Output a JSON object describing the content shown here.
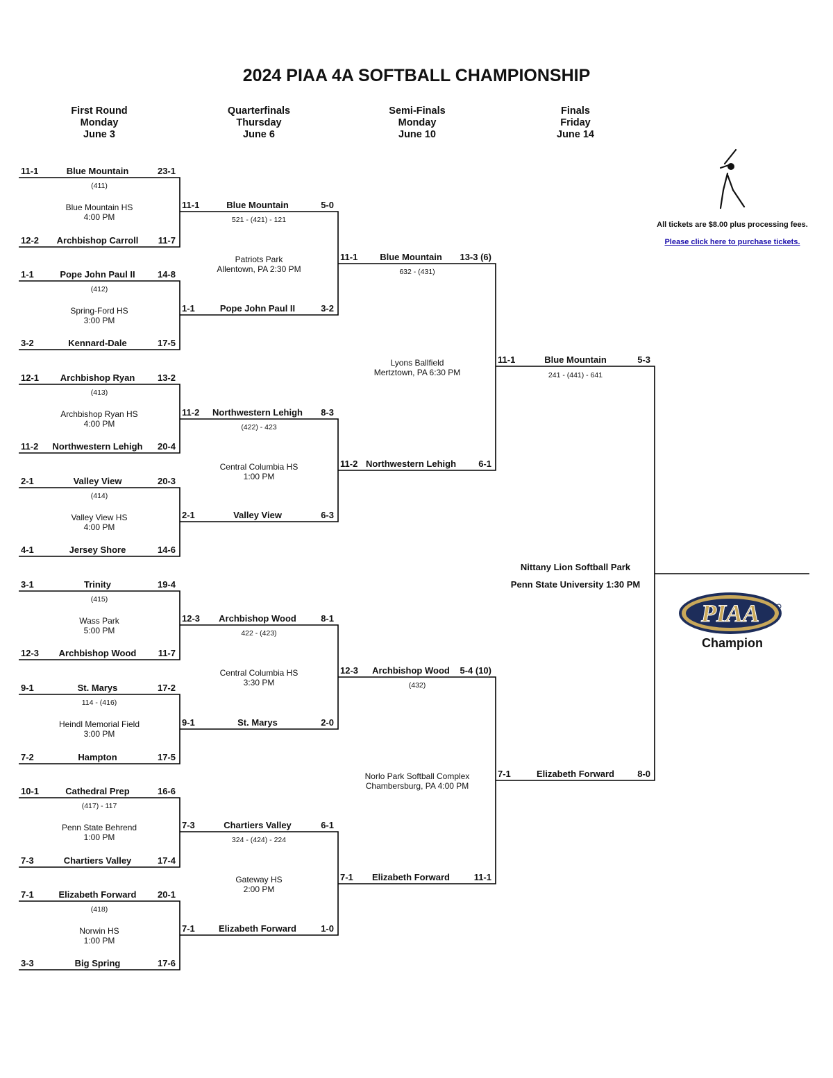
{
  "title": "2024 PIAA 4A SOFTBALL CHAMPIONSHIP",
  "rounds": [
    {
      "name": "First Round",
      "day": "Monday",
      "date": "June 3"
    },
    {
      "name": "Quarterfinals",
      "day": "Thursday",
      "date": "June 6"
    },
    {
      "name": "Semi-Finals",
      "day": "Monday",
      "date": "June 10"
    },
    {
      "name": "Finals",
      "day": "Friday",
      "date": "June 14"
    }
  ],
  "first_round": [
    {
      "top": {
        "seed": "11-1",
        "name": "Blue Mountain",
        "record": "23-1"
      },
      "code": "(411)",
      "venue": "Blue Mountain HS",
      "time": "4:00 PM",
      "bottom": {
        "seed": "12-2",
        "name": "Archbishop Carroll",
        "record": "11-7"
      }
    },
    {
      "top": {
        "seed": "1-1",
        "name": "Pope John Paul II",
        "record": "14-8"
      },
      "code": "(412)",
      "venue": "Spring-Ford HS",
      "time": "3:00 PM",
      "bottom": {
        "seed": "3-2",
        "name": "Kennard-Dale",
        "record": "17-5"
      }
    },
    {
      "top": {
        "seed": "12-1",
        "name": "Archbishop Ryan",
        "record": "13-2"
      },
      "code": "(413)",
      "venue": "Archbishop Ryan HS",
      "time": "4:00 PM",
      "bottom": {
        "seed": "11-2",
        "name": "Northwestern Lehigh",
        "record": "20-4"
      }
    },
    {
      "top": {
        "seed": "2-1",
        "name": "Valley View",
        "record": "20-3"
      },
      "code": "(414)",
      "venue": "Valley View HS",
      "time": "4:00 PM",
      "bottom": {
        "seed": "4-1",
        "name": "Jersey Shore",
        "record": "14-6"
      }
    },
    {
      "top": {
        "seed": "3-1",
        "name": "Trinity",
        "record": "19-4"
      },
      "code": "(415)",
      "venue": "Wass Park",
      "time": "5:00 PM",
      "bottom": {
        "seed": "12-3",
        "name": "Archbishop Wood",
        "record": "11-7"
      }
    },
    {
      "top": {
        "seed": "9-1",
        "name": "St. Marys",
        "record": "17-2"
      },
      "code": "114 - (416)",
      "venue": "Heindl Memorial Field",
      "time": "3:00 PM",
      "bottom": {
        "seed": "7-2",
        "name": "Hampton",
        "record": "17-5"
      }
    },
    {
      "top": {
        "seed": "10-1",
        "name": "Cathedral Prep",
        "record": "16-6"
      },
      "code": "(417) - 117",
      "venue": "Penn State Behrend",
      "time": "1:00 PM",
      "bottom": {
        "seed": "7-3",
        "name": "Chartiers Valley",
        "record": "17-4"
      }
    },
    {
      "top": {
        "seed": "7-1",
        "name": "Elizabeth Forward",
        "record": "20-1"
      },
      "code": "(418)",
      "venue": "Norwin HS",
      "time": "1:00 PM",
      "bottom": {
        "seed": "3-3",
        "name": "Big Spring",
        "record": "17-6"
      }
    }
  ],
  "quarterfinals": [
    {
      "top": {
        "seed": "11-1",
        "name": "Blue Mountain",
        "score": "5-0"
      },
      "code": "521 - (421) -  121",
      "venue": "Patriots Park",
      "time": "Allentown, PA 2:30 PM",
      "bottom": {
        "seed": "1-1",
        "name": "Pope John Paul II",
        "score": "3-2"
      }
    },
    {
      "top": {
        "seed": "11-2",
        "name": "Northwestern Lehigh",
        "score": "8-3"
      },
      "code": "(422) - 423",
      "venue": "Central Columbia HS",
      "time": "1:00 PM",
      "bottom": {
        "seed": "2-1",
        "name": "Valley View",
        "score": "6-3"
      }
    },
    {
      "top": {
        "seed": "12-3",
        "name": "Archbishop Wood",
        "score": "8-1"
      },
      "code": "422 - (423)",
      "venue": "Central Columbia HS",
      "time": "3:30 PM",
      "bottom": {
        "seed": "9-1",
        "name": "St. Marys",
        "score": "2-0"
      }
    },
    {
      "top": {
        "seed": "7-3",
        "name": "Chartiers Valley",
        "score": "6-1"
      },
      "code": "324 - (424) - 224",
      "venue": "Gateway HS",
      "time": "2:00 PM",
      "bottom": {
        "seed": "7-1",
        "name": "Elizabeth Forward",
        "score": "1-0"
      }
    }
  ],
  "semifinals": [
    {
      "top": {
        "seed": "11-1",
        "name": "Blue Mountain",
        "score": "13-3 (6)"
      },
      "code": "632 - (431)",
      "venue": "Lyons Ballfield",
      "time": "Mertztown, PA 6:30 PM",
      "bottom": {
        "seed": "11-2",
        "name": "Northwestern Lehigh",
        "score": "6-1"
      }
    },
    {
      "top": {
        "seed": "12-3",
        "name": "Archbishop Wood",
        "score": "5-4 (10)"
      },
      "code": "(432)",
      "venue": "Norlo Park Softball Complex",
      "time": "Chambersburg, PA 4:00 PM",
      "bottom": {
        "seed": "7-1",
        "name": "Elizabeth Forward",
        "score": "11-1"
      }
    }
  ],
  "finals": {
    "top": {
      "seed": "11-1",
      "name": "Blue Mountain",
      "score": "5-3"
    },
    "code": "241 - (441) - 641",
    "bottom": {
      "seed": "7-1",
      "name": "Elizabeth Forward",
      "score": "8-0"
    },
    "venue": "Nittany Lion Softball Park",
    "location": "Penn State University 1:30 PM"
  },
  "tickets": {
    "note": "All tickets are $8.00 plus processing fees.",
    "link_text": "Please click here to purchase tickets."
  },
  "champion": {
    "logo_text": "PIAA",
    "label": "Champion"
  },
  "icons": {
    "batter": "softball-batter-icon",
    "logo": "piaa-logo"
  },
  "colors": {
    "logo_gold": "#c9a85a",
    "logo_navy": "#1d2d5a",
    "link": "#1a0dab"
  }
}
